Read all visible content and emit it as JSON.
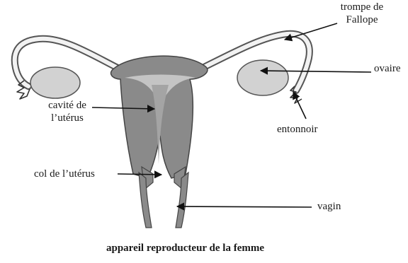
{
  "diagram": {
    "caption": "appareil reproducteur de la femme",
    "labels": {
      "trompe_line1": "trompe de",
      "trompe_line2": "Fallope",
      "ovaire": "ovaire",
      "cavite_line1": "cavité de",
      "cavite_line2": "l’utérus",
      "entonnoir": "entonnoir",
      "col": "col de l’utérus",
      "vagin": "vagin"
    },
    "colors": {
      "tissue": "#8a8a8a",
      "ovary": "#d2d2d2",
      "outline": "#333333",
      "text": "#1a1a1a"
    }
  }
}
